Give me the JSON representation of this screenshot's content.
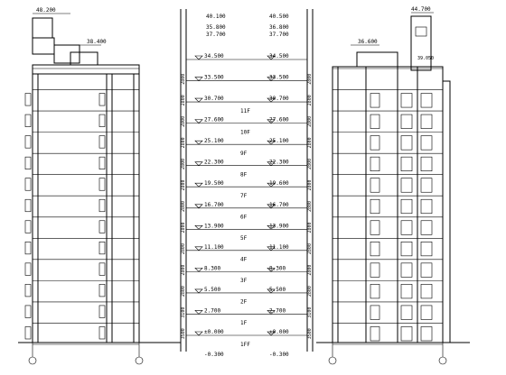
{
  "drawing": {
    "top_elevations": {
      "left_roof_top": "48.200",
      "left_roof": "38.400",
      "right_roof": "36.600",
      "right_top": "44.700",
      "right_stair": "39.050"
    },
    "center_top_left": [
      "40.100",
      "35.800",
      "37.700"
    ],
    "center_top_right": [
      "40.500",
      "36.800",
      "37.700"
    ],
    "floors": [
      {
        "label": "",
        "left": "34.500",
        "right": "34.500"
      },
      {
        "label": "",
        "left": "33.500",
        "right": "33.500"
      },
      {
        "label": "11F",
        "left": "30.700",
        "right": "30.700"
      },
      {
        "label": "10F",
        "left": "27.600",
        "right": "27.600"
      },
      {
        "label": "9F",
        "left": "25.100",
        "right": "25.100"
      },
      {
        "label": "8F",
        "left": "22.300",
        "right": "22.300"
      },
      {
        "label": "7F",
        "left": "19.500",
        "right": "19.600"
      },
      {
        "label": "6F",
        "left": "16.700",
        "right": "16.700"
      },
      {
        "label": "5F",
        "left": "13.900",
        "right": "13.900"
      },
      {
        "label": "4F",
        "left": "11.100",
        "right": "11.100"
      },
      {
        "label": "3F",
        "left": "8.300",
        "right": "8.300"
      },
      {
        "label": "2F",
        "left": "5.500",
        "right": "5.500"
      },
      {
        "label": "1F",
        "left": "2.700",
        "right": "2.700"
      },
      {
        "label": "1FF",
        "left": "±0.000",
        "right": "±0.000"
      }
    ],
    "base_left": "-0.300",
    "base_right": "-0.300",
    "dim_left": [
      "2800",
      "2800",
      "2800",
      "2800",
      "2800",
      "2800",
      "2800",
      "2800",
      "2800",
      "2800",
      "2800",
      "3100",
      "3500"
    ],
    "dim_right": [
      "2800",
      "2800",
      "2800",
      "2800",
      "2800",
      "2800",
      "2800",
      "2800",
      "2800",
      "2800",
      "2800",
      "3100",
      "3500"
    ]
  }
}
